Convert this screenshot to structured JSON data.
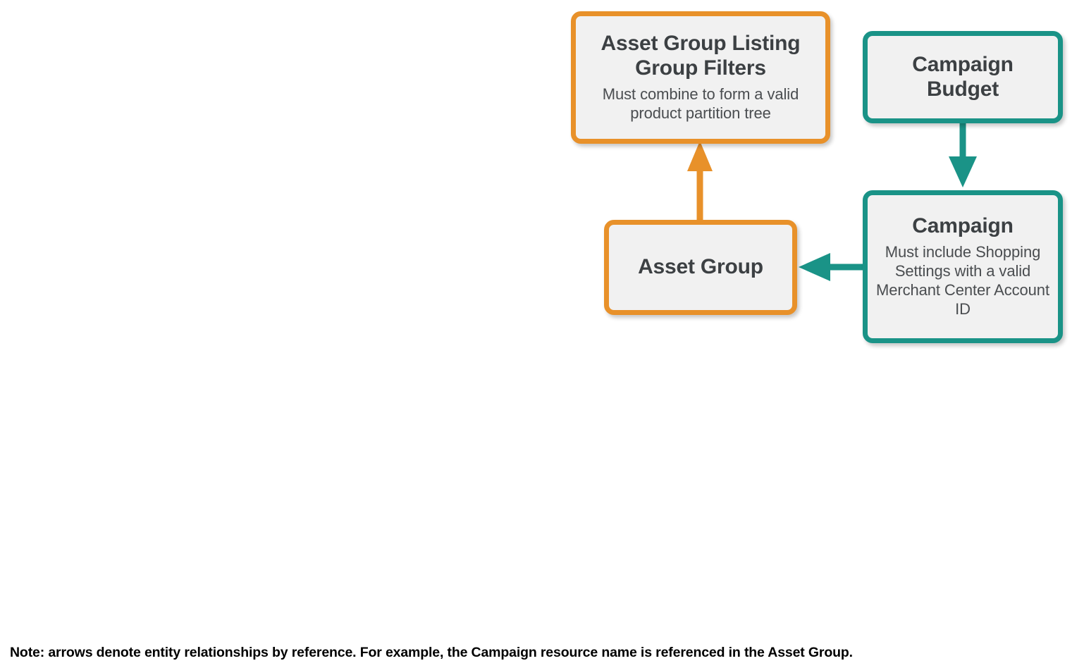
{
  "diagram": {
    "colors": {
      "orange": "#E8912A",
      "teal": "#1A9387",
      "node_fill": "#F1F1F1",
      "title_text": "#3C4043",
      "subtitle_text": "#4A4D50",
      "note_text": "#000000",
      "background": "#FFFFFF"
    },
    "nodes": [
      {
        "id": "asset-group-listing-group-filters",
        "title": "Asset Group Listing Group Filters",
        "subtitle": "Must combine to form a valid product partition tree",
        "color": "orange"
      },
      {
        "id": "campaign-budget",
        "title": "Campaign Budget",
        "subtitle": "",
        "color": "teal"
      },
      {
        "id": "asset-group",
        "title": "Asset Group",
        "subtitle": "",
        "color": "orange"
      },
      {
        "id": "campaign",
        "title": "Campaign",
        "subtitle": "Must include Shopping Settings with a valid Merchant Center Account ID",
        "color": "teal"
      }
    ],
    "arrows": [
      {
        "id": "asset-group-to-listing-group-filters",
        "from": "asset-group",
        "to": "asset-group-listing-group-filters",
        "direction": "up",
        "color": "orange"
      },
      {
        "id": "campaign-budget-to-campaign",
        "from": "campaign-budget",
        "to": "campaign",
        "direction": "down",
        "color": "teal"
      },
      {
        "id": "campaign-to-asset-group",
        "from": "campaign",
        "to": "asset-group",
        "direction": "left",
        "color": "teal"
      }
    ],
    "note": "Note: arrows denote entity relationships by reference. For example, the Campaign resource name is referenced in the Asset Group."
  }
}
